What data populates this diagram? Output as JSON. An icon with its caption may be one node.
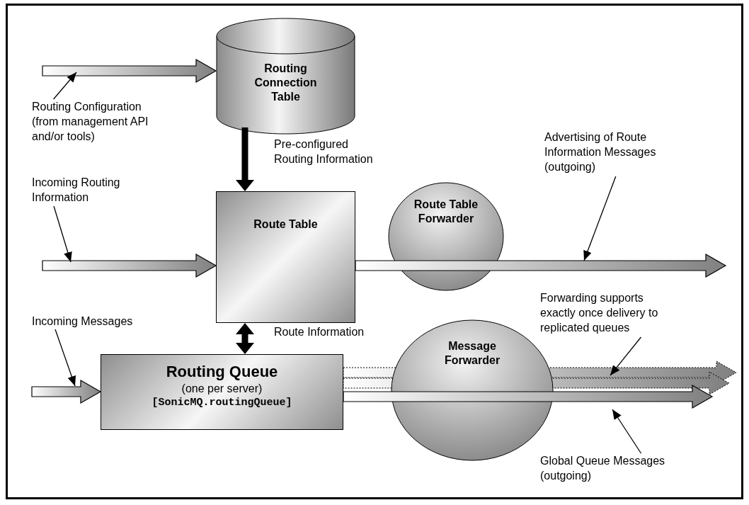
{
  "diagram": {
    "nodes": [
      {
        "text": [
          "Routing Connection Table"
        ]
      },
      {
        "text": [
          "Route Table"
        ]
      },
      {
        "text": [
          "Route Table Forwarder"
        ]
      },
      {
        "text": [
          "Routing Queue",
          "(one per server)",
          "[SonicMQ.routingQueue]"
        ]
      },
      {
        "text": [
          "Message Forwarder"
        ]
      },
      {
        "text": [
          "Routing Configuration (from management API and/or tools)"
        ]
      },
      {
        "text": [
          "Incoming Routing Information"
        ]
      },
      {
        "text": [
          "Incoming Messages"
        ]
      },
      {
        "text": [
          "Advertising of Route Information Messages (outgoing)"
        ]
      },
      {
        "text": [
          "Forwarding supports exactly once delivery to replicated queues"
        ]
      },
      {
        "text": [
          "Global Queue Messages (outgoing)"
        ]
      }
    ],
    "edges": [
      {
        "from": null,
        "to": 0,
        "arrow": "to",
        "style": "thick",
        "color": "#808080"
      },
      {
        "from": 0,
        "to": 1,
        "arrow": "to",
        "style": "thick",
        "label": "Pre-configured Routing Information"
      },
      {
        "from": null,
        "to": 1,
        "arrow": "to",
        "style": "thick",
        "color": "#808080"
      },
      {
        "from": 1,
        "to": null,
        "arrow": "to",
        "style": "thick",
        "color": "#808080"
      },
      {
        "from": 1,
        "to": 3,
        "arrow": "both",
        "style": "thick",
        "label": "Route Information"
      },
      {
        "from": null,
        "to": 3,
        "arrow": "to",
        "style": "thick",
        "color": "#808080"
      },
      {
        "from": 3,
        "to": null,
        "arrow": "to",
        "style": "thick",
        "color": "#808080"
      },
      {
        "from": 3,
        "to": null,
        "arrow": "to",
        "style": "dashed",
        "color": "#808080"
      },
      {
        "from": 3,
        "to": null,
        "arrow": "to",
        "style": "dashed",
        "color": "#808080"
      },
      {
        "from": 5,
        "to": null,
        "arrow": "to"
      },
      {
        "from": 6,
        "to": null,
        "arrow": "to"
      },
      {
        "from": 7,
        "to": null,
        "arrow": "to"
      },
      {
        "from": 8,
        "to": null,
        "arrow": "to"
      },
      {
        "from": 9,
        "to": null,
        "arrow": "to"
      },
      {
        "from": 10,
        "to": null,
        "arrow": "to"
      }
    ]
  }
}
